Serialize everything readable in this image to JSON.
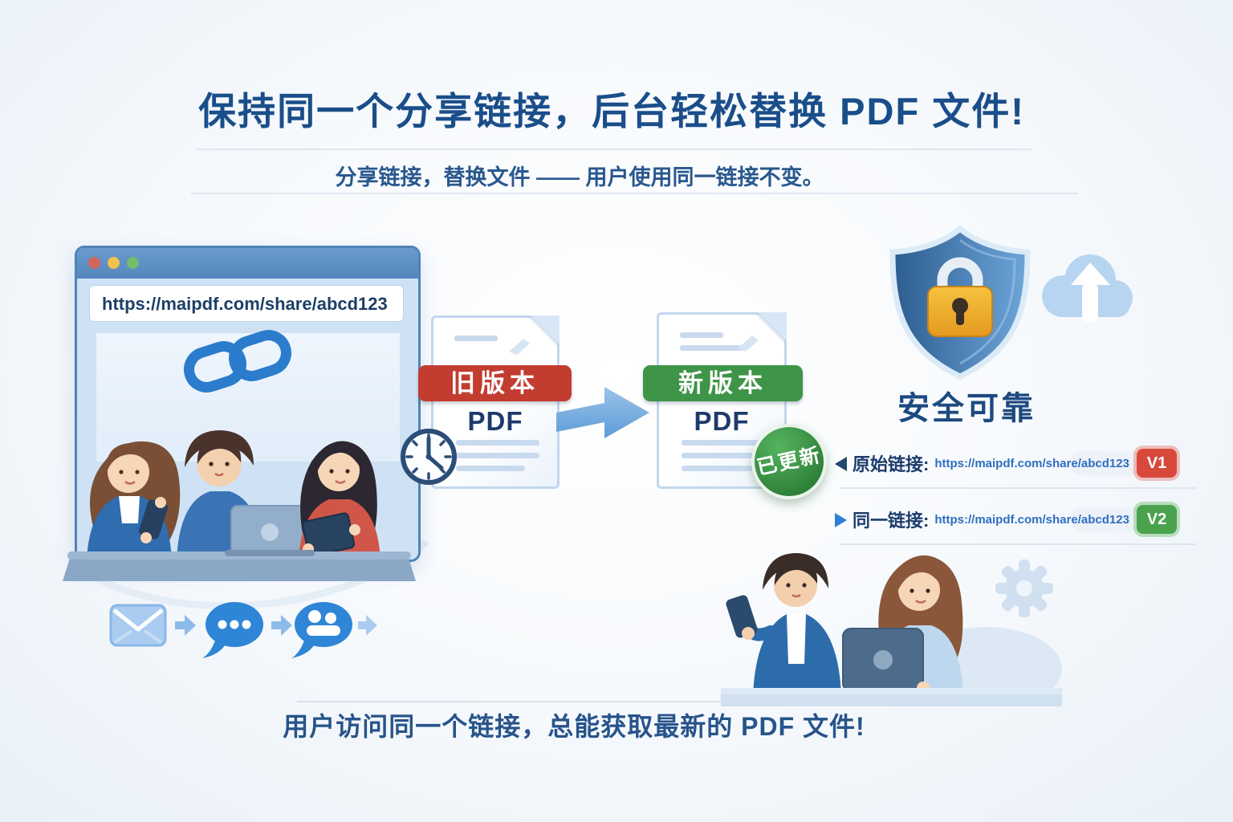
{
  "page": {
    "title": "保持同一个分享链接，后台轻松替换 PDF 文件!",
    "subtitle": "分享链接，替换文件 —— 用户使用同一链接不变。",
    "footer": "用户访问同一个链接，总能获取最新的 PDF 文件!"
  },
  "browser": {
    "url": "https://maipdf.com/share/abcd123",
    "window_controls": [
      "close",
      "minimize",
      "maximize"
    ]
  },
  "flow": {
    "old_pdf": {
      "version_badge": "旧版本",
      "doc_label": "PDF"
    },
    "new_pdf": {
      "version_badge": "新版本",
      "doc_label": "PDF",
      "status_badge": "已更新"
    }
  },
  "security": {
    "caption": "安全可靠"
  },
  "links": [
    {
      "label": "原始链接:",
      "url": "https://maipdf.com/share/abcd123",
      "version": "V1"
    },
    {
      "label": "同一链接:",
      "url": "https://maipdf.com/share/abcd123",
      "version": "V2"
    }
  ],
  "icons": {
    "browser_content": "link-chain-icon",
    "old_pdf_corner": "clock-icon",
    "between_docs": "replace-arrow-icon",
    "security": [
      "shield-icon",
      "lock-icon",
      "cloud-upload-icon"
    ],
    "share_sequence": [
      "email-icon",
      "arrow-icon",
      "chat-dots-icon",
      "arrow-icon",
      "chat-people-icon",
      "arrow-icon"
    ],
    "background": "gear-icon"
  },
  "colors": {
    "title_text": "#1a4e8a",
    "old_badge_red": "#c33c30",
    "new_badge_green": "#3e9447",
    "updated_badge_green": "#37933f",
    "v1_badge": "#d8493c",
    "v2_badge": "#4aa24d",
    "link_url_blue": "#2e6fc0",
    "accent_blue": "#2f85d6"
  }
}
